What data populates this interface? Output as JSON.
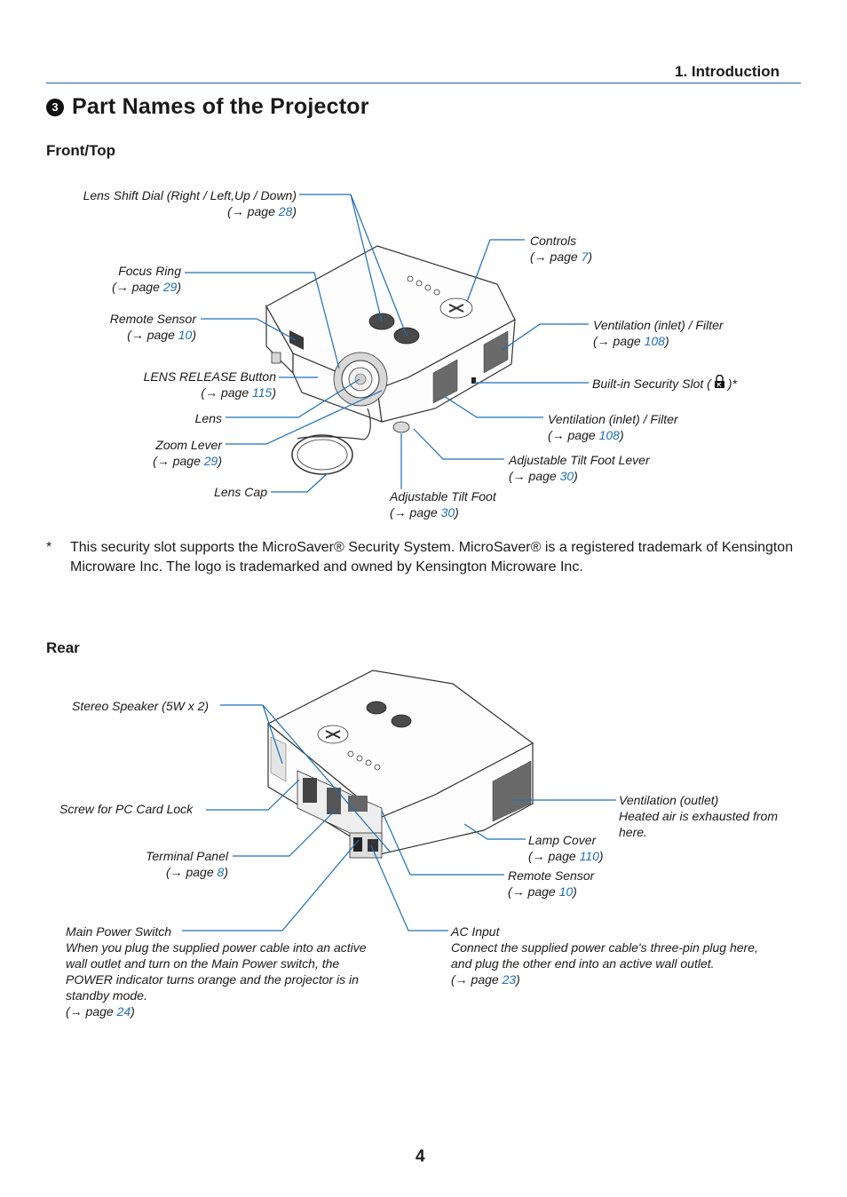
{
  "header": {
    "section": "1. Introduction"
  },
  "title": {
    "number": "3",
    "text": "Part Names of the Projector"
  },
  "front": {
    "heading": "Front/Top",
    "labels": {
      "lens_shift": {
        "name": "Lens Shift Dial (Right / Left,Up / Down)",
        "page_prefix": "(→ page ",
        "page": "28",
        "page_suffix": ")"
      },
      "focus_ring": {
        "name": "Focus Ring",
        "page_prefix": "(→ page ",
        "page": "29",
        "page_suffix": ")"
      },
      "remote_sensor": {
        "name": "Remote Sensor",
        "page_prefix": "(→ page ",
        "page": "10",
        "page_suffix": ")"
      },
      "lens_release": {
        "name": "LENS RELEASE Button",
        "page_prefix": "(→ page ",
        "page": "115",
        "page_suffix": ")"
      },
      "lens": {
        "name": "Lens"
      },
      "zoom_lever": {
        "name": "Zoom Lever",
        "page_prefix": "(→ page ",
        "page": "29",
        "page_suffix": ")"
      },
      "lens_cap": {
        "name": "Lens Cap"
      },
      "controls": {
        "name": "Controls",
        "page_prefix": "(→ page ",
        "page": "7",
        "page_suffix": ")"
      },
      "vent_inlet_top": {
        "name": "Ventilation (inlet) / Filter",
        "page_prefix": "(→ page ",
        "page": "108",
        "page_suffix": ")"
      },
      "security_slot": {
        "name_prefix": "Built-in Security Slot (",
        "name_suffix": ")*"
      },
      "vent_inlet_bottom": {
        "name": "Ventilation (inlet) / Filter",
        "page_prefix": "(→ page ",
        "page": "108",
        "page_suffix": ")"
      },
      "tilt_foot_lever": {
        "name": "Adjustable Tilt Foot Lever",
        "page_prefix": "(→ page ",
        "page": "30",
        "page_suffix": ")"
      },
      "tilt_foot": {
        "name": "Adjustable Tilt Foot",
        "page_prefix": "(→ page ",
        "page": "30",
        "page_suffix": ")"
      }
    }
  },
  "footnote": {
    "mark": "*",
    "text": "This security slot supports the MicroSaver® Security System. MicroSaver® is a registered trademark of Kensington Microware Inc. The logo is trademarked and owned by Kensington Microware Inc."
  },
  "rear": {
    "heading": "Rear",
    "labels": {
      "stereo_speaker": {
        "name": "Stereo Speaker (5W x 2)"
      },
      "pc_card_lock": {
        "name": "Screw for PC Card Lock"
      },
      "terminal_panel": {
        "name": "Terminal Panel",
        "page_prefix": "(→ page ",
        "page": "8",
        "page_suffix": ")"
      },
      "vent_outlet": {
        "name": "Ventilation (outlet)",
        "desc1": "Heated air is exhausted from",
        "desc2": "here."
      },
      "lamp_cover": {
        "name": "Lamp Cover",
        "page_prefix": "(→ page ",
        "page": "110",
        "page_suffix": ")"
      },
      "remote_sensor": {
        "name": "Remote Sensor",
        "page_prefix": "(→ page ",
        "page": "10",
        "page_suffix": ")"
      },
      "main_power": {
        "name": "Main Power Switch",
        "lines": [
          "When you plug the supplied power cable into an active",
          "wall outlet and turn on the Main Power switch, the",
          "POWER indicator turns orange and the projector is in",
          "standby mode."
        ],
        "page_prefix": "(→ page ",
        "page": "24",
        "page_suffix": ")"
      },
      "ac_input": {
        "name": "AC Input",
        "lines": [
          "Connect the supplied power cable's three-pin plug here,",
          "and plug the other end into an active wall outlet."
        ],
        "page_prefix": "(→ page ",
        "page": "23",
        "page_suffix": ")"
      }
    }
  },
  "page_number": "4",
  "colors": {
    "leader_line": "#1d6fb8",
    "link": "#1e6fb8",
    "rule": "#1d5fa3"
  }
}
